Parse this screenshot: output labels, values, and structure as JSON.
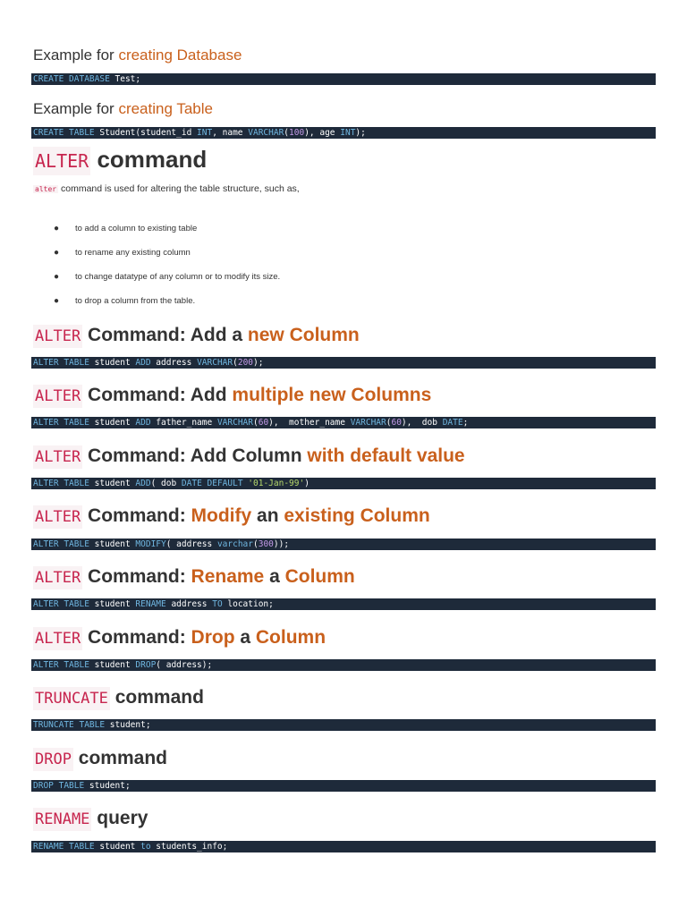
{
  "examples": [
    {
      "prefix": "Example for ",
      "highlight": "creating Database",
      "code": [
        [
          "kw",
          "CREATE DATABASE"
        ],
        [
          "t",
          " Test;"
        ]
      ]
    },
    {
      "prefix": "Example for ",
      "highlight": "creating Table",
      "code": [
        [
          "kw",
          "CREATE TABLE"
        ],
        [
          "t",
          " Student(student_id "
        ],
        [
          "kw",
          "INT"
        ],
        [
          "t",
          ", name "
        ],
        [
          "kw",
          "VARCHAR"
        ],
        [
          "t",
          "("
        ],
        [
          "num",
          "100"
        ],
        [
          "t",
          "), age "
        ],
        [
          "kw",
          "INT"
        ],
        [
          "t",
          ");"
        ]
      ]
    }
  ],
  "alter_intro": {
    "keyword": "ALTER",
    "title": " command",
    "inline_code": "alter",
    "description": " command is used for altering the table structure, such as,",
    "bullets": [
      "to add a column to existing table",
      "to rename any existing column",
      "to change datatype of any column or to modify its size.",
      "to drop a column from the table."
    ]
  },
  "sections": [
    {
      "keyword": "ALTER",
      "title": [
        [
          "d",
          " Command: Add a "
        ],
        [
          "o",
          "new Column"
        ]
      ],
      "code": [
        [
          "kw",
          "ALTER TABLE"
        ],
        [
          "t",
          " student "
        ],
        [
          "kw",
          "ADD"
        ],
        [
          "t",
          " address "
        ],
        [
          "kw",
          "VARCHAR"
        ],
        [
          "t",
          "("
        ],
        [
          "num",
          "200"
        ],
        [
          "t",
          ");"
        ]
      ]
    },
    {
      "keyword": "ALTER",
      "title": [
        [
          "d",
          " Command: Add "
        ],
        [
          "o",
          "multiple new Columns"
        ]
      ],
      "code": [
        [
          "kw",
          "ALTER TABLE"
        ],
        [
          "t",
          " student "
        ],
        [
          "kw",
          "ADD"
        ],
        [
          "t",
          " father_name "
        ],
        [
          "kw",
          "VARCHAR"
        ],
        [
          "t",
          "("
        ],
        [
          "num",
          "60"
        ],
        [
          "t",
          "),  mother_name "
        ],
        [
          "kw",
          "VARCHAR"
        ],
        [
          "t",
          "("
        ],
        [
          "num",
          "60"
        ],
        [
          "t",
          "),  dob "
        ],
        [
          "kw",
          "DATE"
        ],
        [
          "t",
          ";"
        ]
      ]
    },
    {
      "keyword": "ALTER",
      "title": [
        [
          "d",
          " Command: Add Column "
        ],
        [
          "o",
          "with default value"
        ]
      ],
      "code": [
        [
          "kw",
          "ALTER TABLE"
        ],
        [
          "t",
          " student "
        ],
        [
          "kw",
          "ADD"
        ],
        [
          "t",
          "( dob "
        ],
        [
          "kw",
          "DATE DEFAULT"
        ],
        [
          "t",
          " "
        ],
        [
          "str",
          "'01-Jan-99'"
        ],
        [
          "t",
          ")"
        ]
      ]
    },
    {
      "keyword": "ALTER",
      "title": [
        [
          "d",
          " Command: "
        ],
        [
          "o",
          "Modify"
        ],
        [
          "d",
          " an "
        ],
        [
          "o",
          "existing Column"
        ]
      ],
      "code": [
        [
          "kw",
          "ALTER TABLE"
        ],
        [
          "t",
          " student "
        ],
        [
          "kw",
          "MODIFY"
        ],
        [
          "t",
          "( address "
        ],
        [
          "kw",
          "varchar"
        ],
        [
          "t",
          "("
        ],
        [
          "num",
          "300"
        ],
        [
          "t",
          "));"
        ]
      ]
    },
    {
      "keyword": "ALTER",
      "title": [
        [
          "d",
          " Command: "
        ],
        [
          "o",
          "Rename"
        ],
        [
          "d",
          " a "
        ],
        [
          "o",
          "Column"
        ]
      ],
      "code": [
        [
          "kw",
          "ALTER TABLE"
        ],
        [
          "t",
          " student "
        ],
        [
          "kw",
          "RENAME"
        ],
        [
          "t",
          " address "
        ],
        [
          "kw",
          "TO"
        ],
        [
          "t",
          " location;"
        ]
      ]
    },
    {
      "keyword": "ALTER",
      "title": [
        [
          "d",
          " Command: "
        ],
        [
          "o",
          "Drop"
        ],
        [
          "d",
          " a "
        ],
        [
          "o",
          "Column"
        ]
      ],
      "code": [
        [
          "kw",
          "ALTER TABLE"
        ],
        [
          "t",
          " student "
        ],
        [
          "kw",
          "DROP"
        ],
        [
          "t",
          "( address);"
        ]
      ]
    },
    {
      "keyword": "TRUNCATE",
      "title": [
        [
          "d",
          " command"
        ]
      ],
      "code": [
        [
          "kw",
          "TRUNCATE TABLE"
        ],
        [
          "t",
          " student;"
        ]
      ]
    },
    {
      "keyword": "DROP",
      "title": [
        [
          "d",
          " command"
        ]
      ],
      "code": [
        [
          "kw",
          "DROP TABLE"
        ],
        [
          "t",
          " student;"
        ]
      ]
    },
    {
      "keyword": "RENAME",
      "title": [
        [
          "d",
          " query"
        ]
      ],
      "code": [
        [
          "kw",
          "RENAME TABLE"
        ],
        [
          "t",
          " student "
        ],
        [
          "kw",
          "to"
        ],
        [
          "t",
          " students_info;"
        ]
      ]
    }
  ]
}
